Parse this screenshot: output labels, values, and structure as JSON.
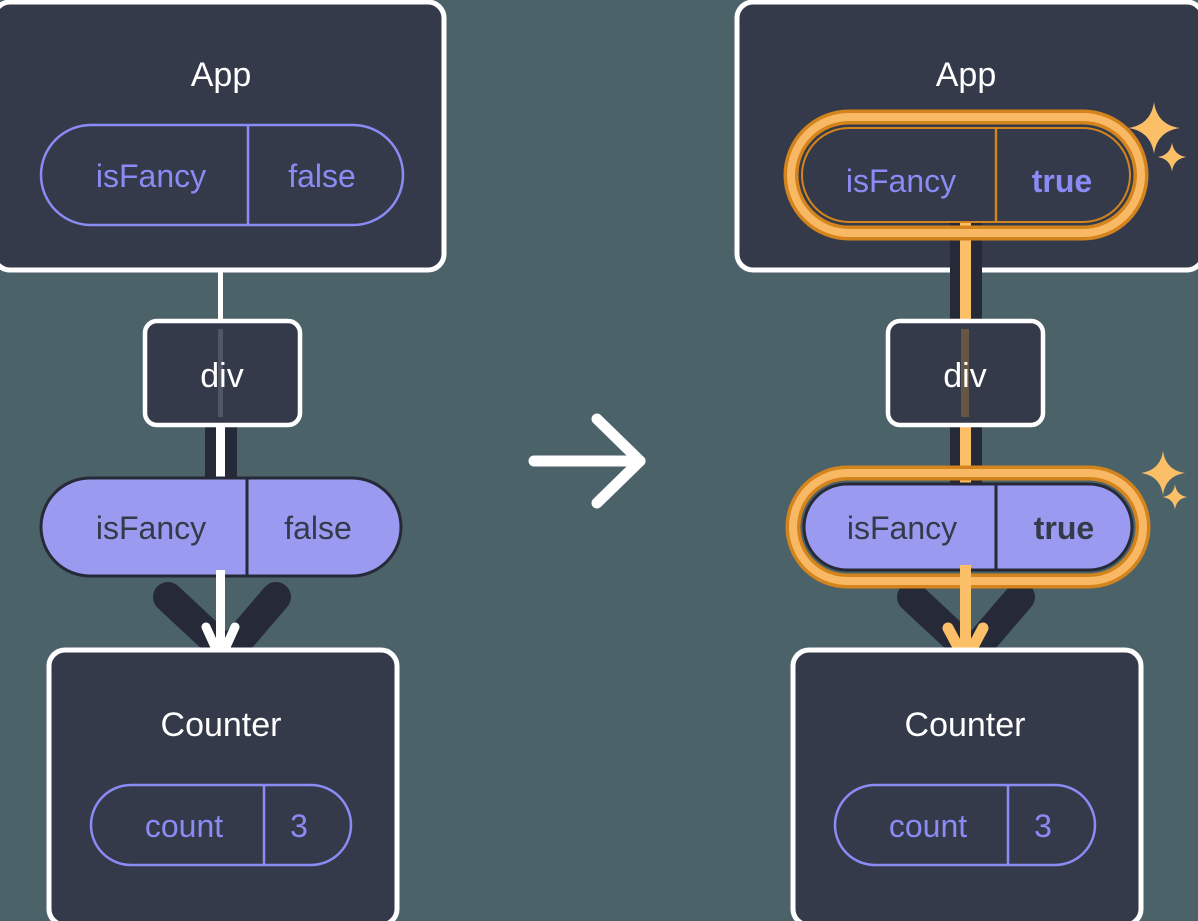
{
  "diagram": {
    "title_semantic": "react-state-propagation-before-after",
    "background_color": "#4c6269",
    "transition_arrow": "right-arrow",
    "colors": {
      "background": "#4c6269",
      "box_fill": "#343a4a",
      "box_stroke": "#ffffff",
      "pill_outline_stroke": "#8b8bf5",
      "pill_outline_text": "#8b8bf5",
      "pill_solid_fill": "#9a9af0",
      "pill_solid_stroke": "#262a38",
      "pill_solid_text": "#353a4a",
      "edge_dark": "#262a38",
      "edge_white": "#ffffff",
      "highlight_outer": "#d4841c",
      "highlight_inner": "#f9b863",
      "sparkle": "#fbbf68"
    }
  },
  "panels": [
    {
      "id": "before",
      "app": {
        "label": "App",
        "prop": {
          "name": "isFancy",
          "value": "false",
          "style": "outline",
          "highlighted": false,
          "bold_value": false
        }
      },
      "div": {
        "label": "div"
      },
      "prop_pill": {
        "name": "isFancy",
        "value": "false",
        "style": "solid",
        "highlighted": false,
        "bold_value": false
      },
      "counter": {
        "label": "Counter",
        "state": {
          "name": "count",
          "value": "3",
          "style": "outline",
          "highlighted": false,
          "bold_value": false
        }
      },
      "sparkles": false,
      "edge_color": "white"
    },
    {
      "id": "after",
      "app": {
        "label": "App",
        "prop": {
          "name": "isFancy",
          "value": "true",
          "style": "outline",
          "highlighted": true,
          "bold_value": true
        }
      },
      "div": {
        "label": "div"
      },
      "prop_pill": {
        "name": "isFancy",
        "value": "true",
        "style": "solid",
        "highlighted": true,
        "bold_value": true
      },
      "counter": {
        "label": "Counter",
        "state": {
          "name": "count",
          "value": "3",
          "style": "outline",
          "highlighted": false,
          "bold_value": false
        }
      },
      "sparkles": true,
      "edge_color": "orange"
    }
  ],
  "icons": {
    "transition_arrow": "arrow-right-icon",
    "sparkle_large": "sparkle-icon",
    "sparkle_small": "sparkle-icon",
    "down_arrow": "arrow-down-icon"
  }
}
